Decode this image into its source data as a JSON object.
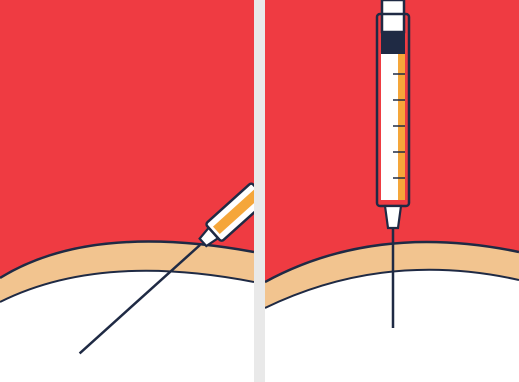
{
  "panels": [
    {
      "id": "left",
      "angle": "angled"
    },
    {
      "id": "right",
      "angle": "vertical"
    }
  ],
  "colors": {
    "background": "#ef3b42",
    "skin_layer": "#f2c48f",
    "tissue": "#ffffff",
    "outline": "#1f2a44",
    "syringe_body": "#ffffff",
    "liquid": "#f5a63a",
    "divider": "#e9e9e9"
  },
  "icons": [
    "syringe-icon",
    "needle-icon"
  ]
}
